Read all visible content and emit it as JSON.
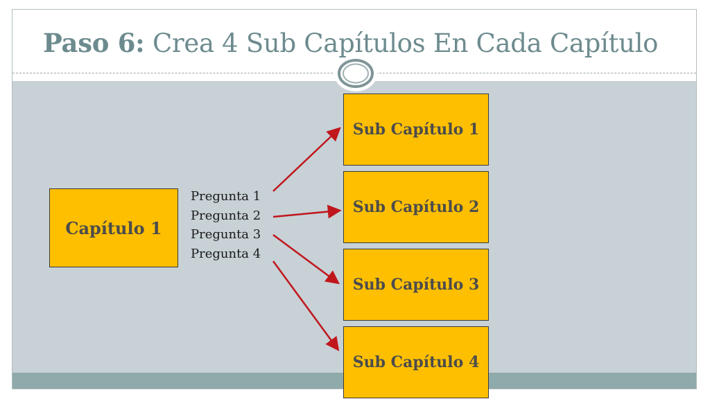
{
  "slide": {
    "title_bold": "Paso 6:",
    "title_rest": " Crea 4 Sub Capítulos En Cada Capítulo"
  },
  "diagram": {
    "main_box": "Capítulo  1",
    "questions": [
      "Pregunta 1",
      "Pregunta 2",
      "Pregunta 3",
      "Pregunta 4"
    ],
    "sub_boxes": [
      "Sub Capítulo  1",
      "Sub Capítulo  2",
      "Sub Capítulo  3",
      "Sub Capítulo  4"
    ]
  },
  "colors": {
    "box_fill": "#fdbf00",
    "arrow": "#c0161c",
    "title": "#6d8b8e",
    "background": "#c7d1d6",
    "footer": "#8faaaa"
  }
}
